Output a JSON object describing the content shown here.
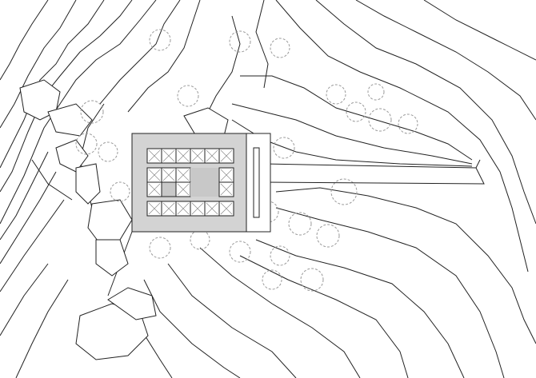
{
  "colors": {
    "line": "#222222",
    "building_fill": "#d3d3d3",
    "tree": "#9a9a9a"
  },
  "building": {
    "grid_rows": 4,
    "grid_cols": 6,
    "cells": [
      [
        "x",
        "x",
        "x",
        "x",
        "x",
        "x"
      ],
      [
        "x",
        "x",
        "x",
        "c",
        "c",
        "x"
      ],
      [
        "x",
        "g",
        "x",
        "c",
        "c",
        "x"
      ],
      [
        "x",
        "x",
        "x",
        "x",
        "x",
        "x"
      ]
    ]
  }
}
